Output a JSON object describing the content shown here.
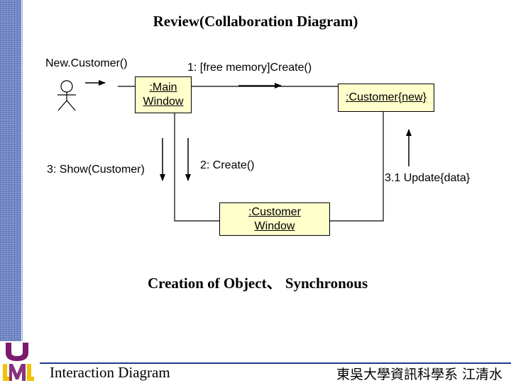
{
  "title": "Review(Collaboration Diagram)",
  "subtitle": "Creation of Object、 Synchronous",
  "objects": {
    "main_window": {
      "line1": ":Main",
      "line2": "Window"
    },
    "customer": {
      "line1": ":Customer{new}"
    },
    "customer_window": {
      "line1": ":Customer",
      "line2": "Window"
    }
  },
  "messages": {
    "new_customer": "New.Customer()",
    "create_free_memory": "1: [free memory]Create()",
    "create": "2: Create()",
    "show_customer": "3: Show(Customer)",
    "update_data": "3.1 Update{data}"
  },
  "footer": {
    "left": "Interaction Diagram",
    "right": "東吳大學資訊科學系 江清水"
  },
  "colors": {
    "object_fill": "#ffffcc",
    "side_bar": "#6f86c6",
    "footer_line": "#1e3a8a",
    "logo_purple": "#7a1b6e",
    "logo_yellow": "#f2c200"
  }
}
